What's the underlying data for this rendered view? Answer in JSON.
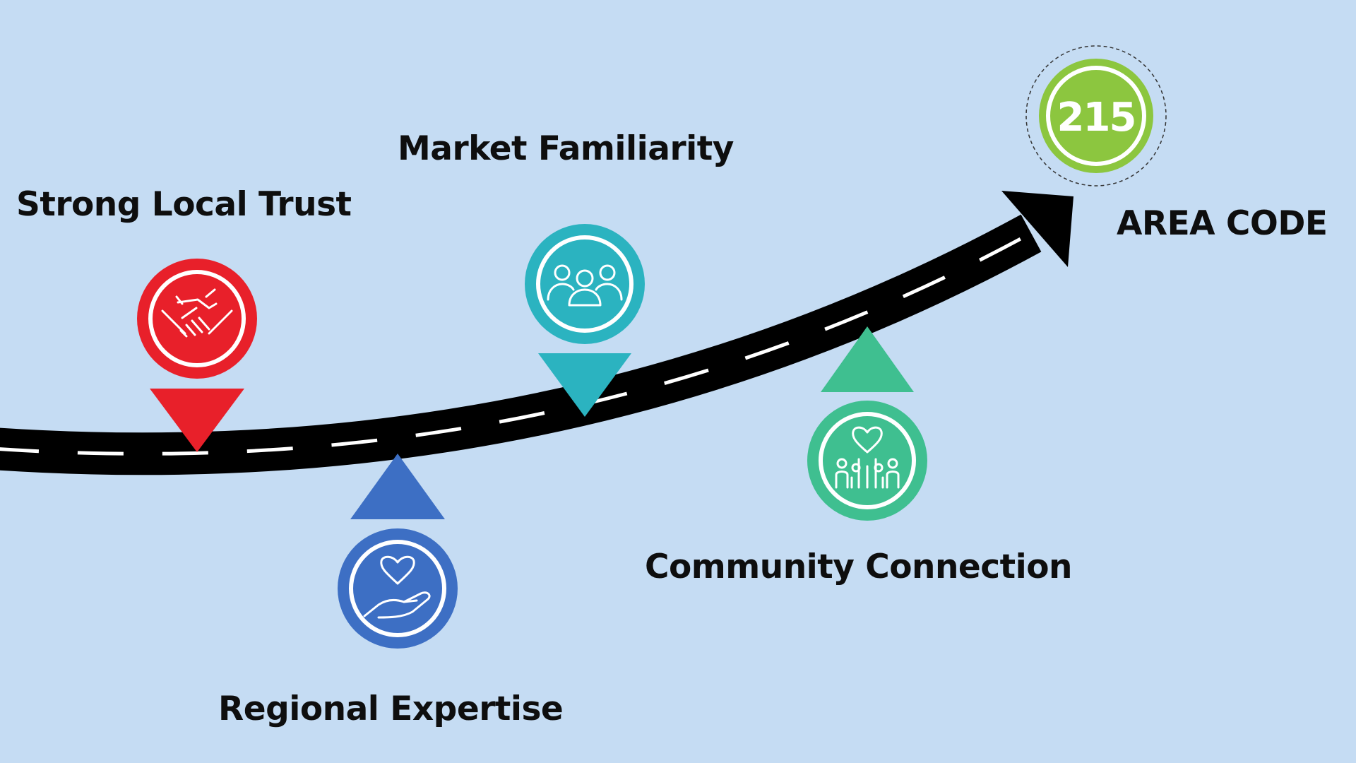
{
  "milestones": [
    {
      "label": "Strong Local Trust",
      "icon": "handshake-icon",
      "color": "#e8202a"
    },
    {
      "label": "Regional Expertise",
      "icon": "hand-heart-icon",
      "color": "#3d6fc4"
    },
    {
      "label": "Market Familiarity",
      "icon": "people-group-icon",
      "color": "#2bb3c0"
    },
    {
      "label": "Community Connection",
      "icon": "community-heart-icon",
      "color": "#3fbf90"
    }
  ],
  "destination": {
    "code": "215",
    "label": "AREA CODE",
    "color": "#8cc63f"
  },
  "road_color": "#000000",
  "road_marking_color": "#ffffff"
}
